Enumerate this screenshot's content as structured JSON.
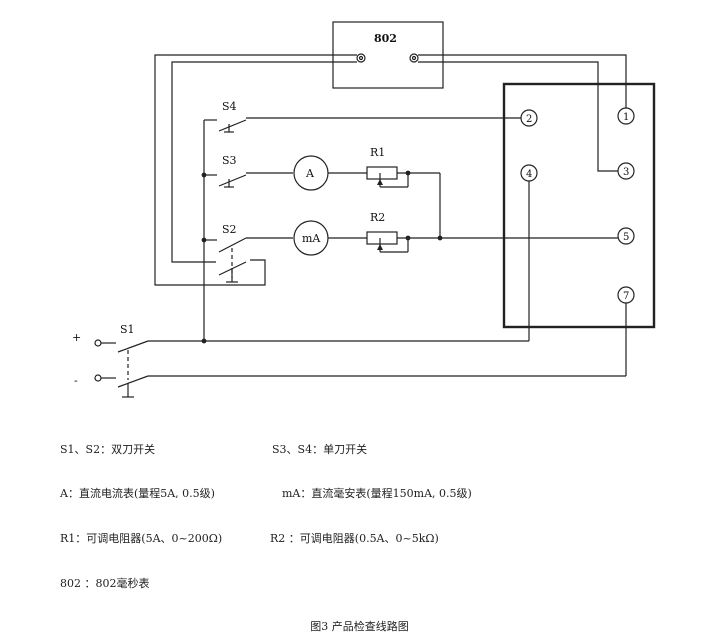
{
  "diagram": {
    "timer_label": "802",
    "switch_labels": {
      "s1": "S1",
      "s2": "S2",
      "s3": "S3",
      "s4": "S4"
    },
    "resistor_labels": {
      "r1": "R1",
      "r2": "R2"
    },
    "meter_labels": {
      "ammeter": "A",
      "milliammeter": "mA"
    },
    "polarity": {
      "plus": "+",
      "minus": "-"
    },
    "terminals": [
      "1",
      "2",
      "3",
      "4",
      "5",
      "7"
    ]
  },
  "legend": {
    "s1_s2": "S1、S2：双刀开关",
    "s3_s4": "S3、S4：单刀开关",
    "ammeter": "A：直流电流表(量程5A, 0.5级)",
    "milliammeter": "mA：直流毫安表(量程150mA, 0.5级)",
    "r1": "R1：可调电阻器(5A、0~200Ω)",
    "r2": "R2 ：可调电阻器(0.5A、0~5kΩ)",
    "timer": "802 ：802毫秒表"
  },
  "caption": "图3 产品检查线路图"
}
